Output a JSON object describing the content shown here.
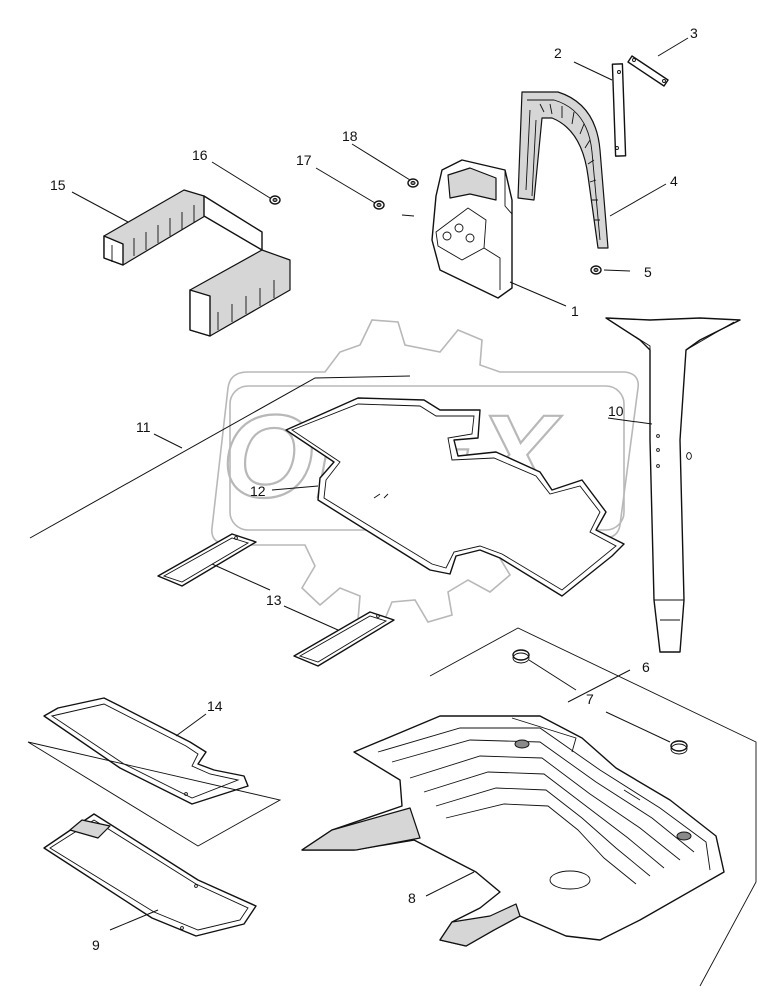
{
  "diagram": {
    "watermark": {
      "text": "OPEX"
    },
    "callouts": [
      {
        "id": "c1",
        "label": "1"
      },
      {
        "id": "c2",
        "label": "2"
      },
      {
        "id": "c3",
        "label": "3"
      },
      {
        "id": "c4",
        "label": "4"
      },
      {
        "id": "c5",
        "label": "5"
      },
      {
        "id": "c6",
        "label": "6"
      },
      {
        "id": "c7",
        "label": "7"
      },
      {
        "id": "c8",
        "label": "8"
      },
      {
        "id": "c9",
        "label": "9"
      },
      {
        "id": "c10",
        "label": "10"
      },
      {
        "id": "c11",
        "label": "11"
      },
      {
        "id": "c12",
        "label": "12"
      },
      {
        "id": "c13",
        "label": "13"
      },
      {
        "id": "c14",
        "label": "14"
      },
      {
        "id": "c15",
        "label": "15"
      },
      {
        "id": "c16",
        "label": "16"
      },
      {
        "id": "c17",
        "label": "17"
      },
      {
        "id": "c18",
        "label": "18"
      }
    ]
  }
}
